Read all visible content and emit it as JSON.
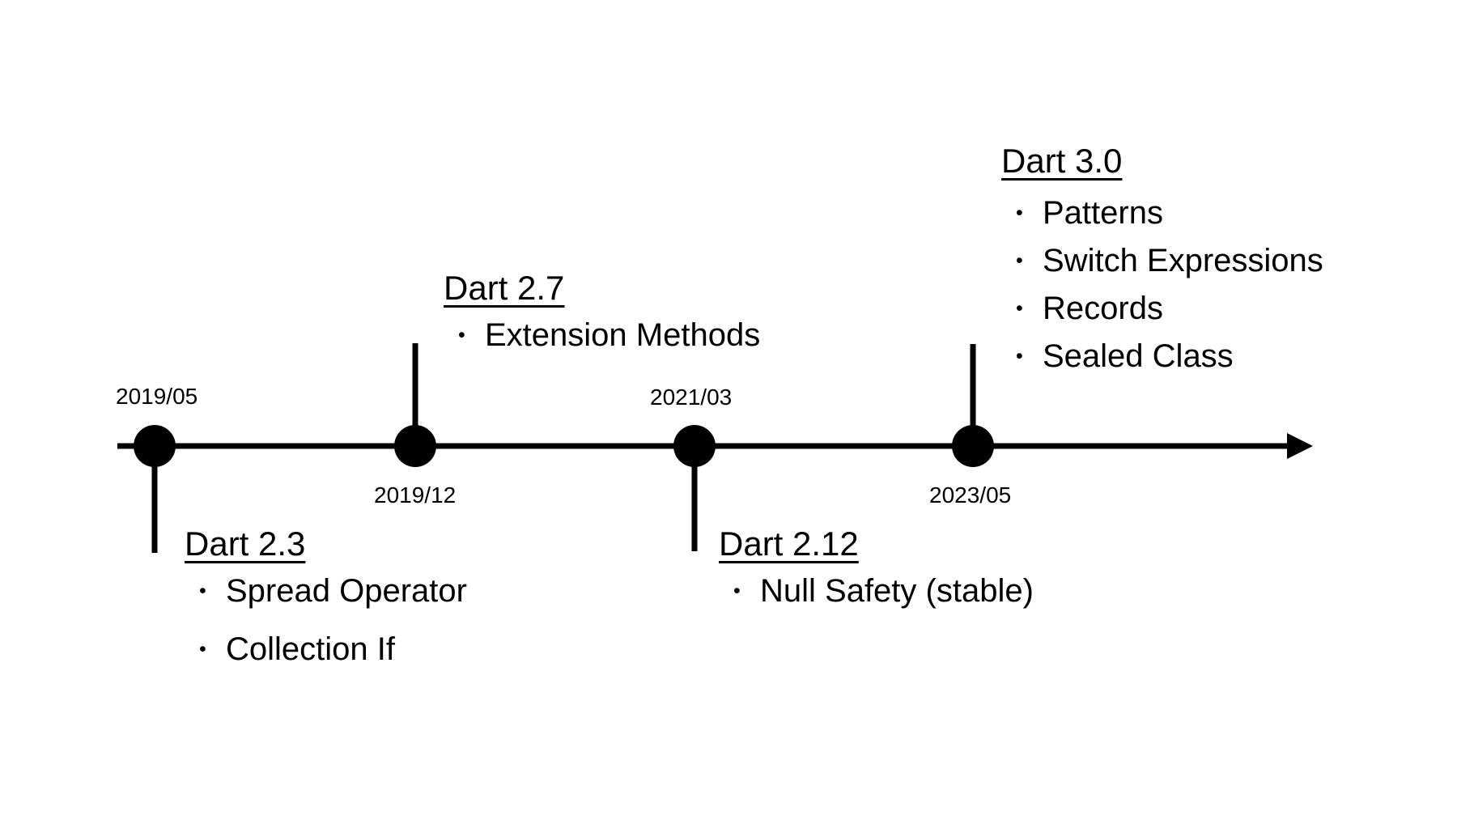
{
  "page": {
    "background_color": "#ffffff",
    "ink_color": "#000000"
  },
  "icons": {
    "bullet": "•",
    "arrowhead": "right-arrow"
  },
  "timeline": {
    "milestones": [
      {
        "date": "2019/05",
        "version": "Dart 2.3",
        "side": "below",
        "features": [
          "Spread Operator",
          "Collection If"
        ]
      },
      {
        "date": "2019/12",
        "version": "Dart 2.7",
        "side": "above",
        "features": [
          "Extension Methods"
        ]
      },
      {
        "date": "2021/03",
        "version": "Dart 2.12",
        "side": "below",
        "features": [
          "Null Safety (stable)"
        ]
      },
      {
        "date": "2023/05",
        "version": "Dart 3.0",
        "side": "above",
        "features": [
          "Patterns",
          "Switch Expressions",
          "Records",
          "Sealed Class"
        ]
      }
    ]
  }
}
